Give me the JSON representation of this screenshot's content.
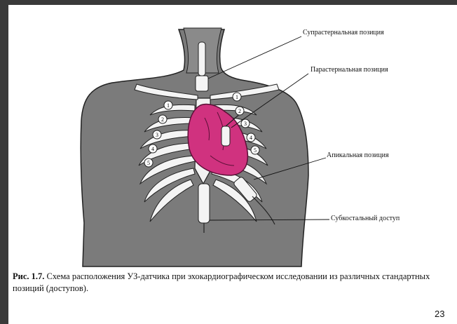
{
  "labels": {
    "suprasternal": "Супрастернальная позиция",
    "parasternal": "Парастернальная позиция",
    "apical": "Апикальная позиция",
    "subcostal": "Субкостальный доступ"
  },
  "rib_numbers": [
    "1",
    "2",
    "3",
    "4",
    "5",
    "1",
    "2",
    "3",
    "4",
    "5"
  ],
  "caption": {
    "prefix": "Рис. 1.7.",
    "text": " Схема расположения УЗ-датчика при эхокардиографическом исследовании из различных стандартных позиций (доступов)."
  },
  "page_number": "23",
  "colors": {
    "heart": "#d0327f",
    "torso": "#7b7b7b",
    "bone": "#f4f4f4"
  }
}
